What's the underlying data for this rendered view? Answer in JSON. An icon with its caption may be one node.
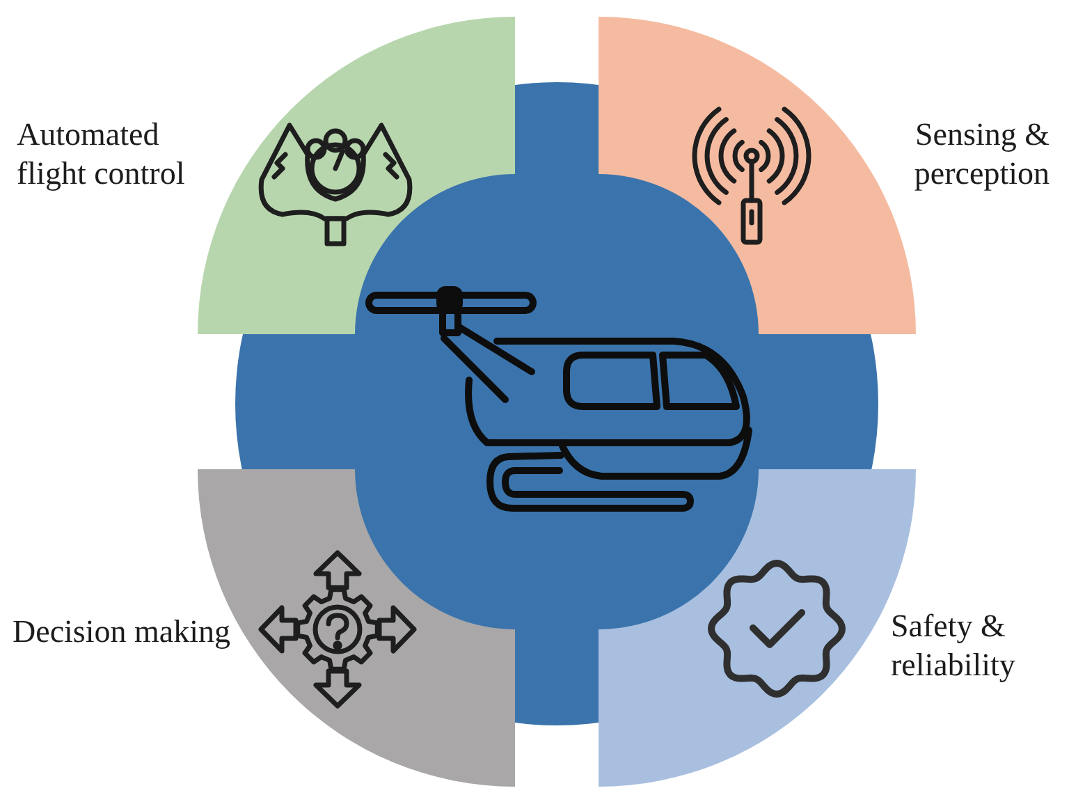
{
  "diagram": {
    "nodes": [
      {
        "text": [
          "Automated flight control"
        ]
      },
      {
        "text": [
          "Sensing & perception"
        ]
      },
      {
        "text": [],
        "shape": "circle"
      },
      {
        "text": [
          "Decision making"
        ]
      },
      {
        "text": [
          "Safety & reliability"
        ]
      }
    ]
  }
}
